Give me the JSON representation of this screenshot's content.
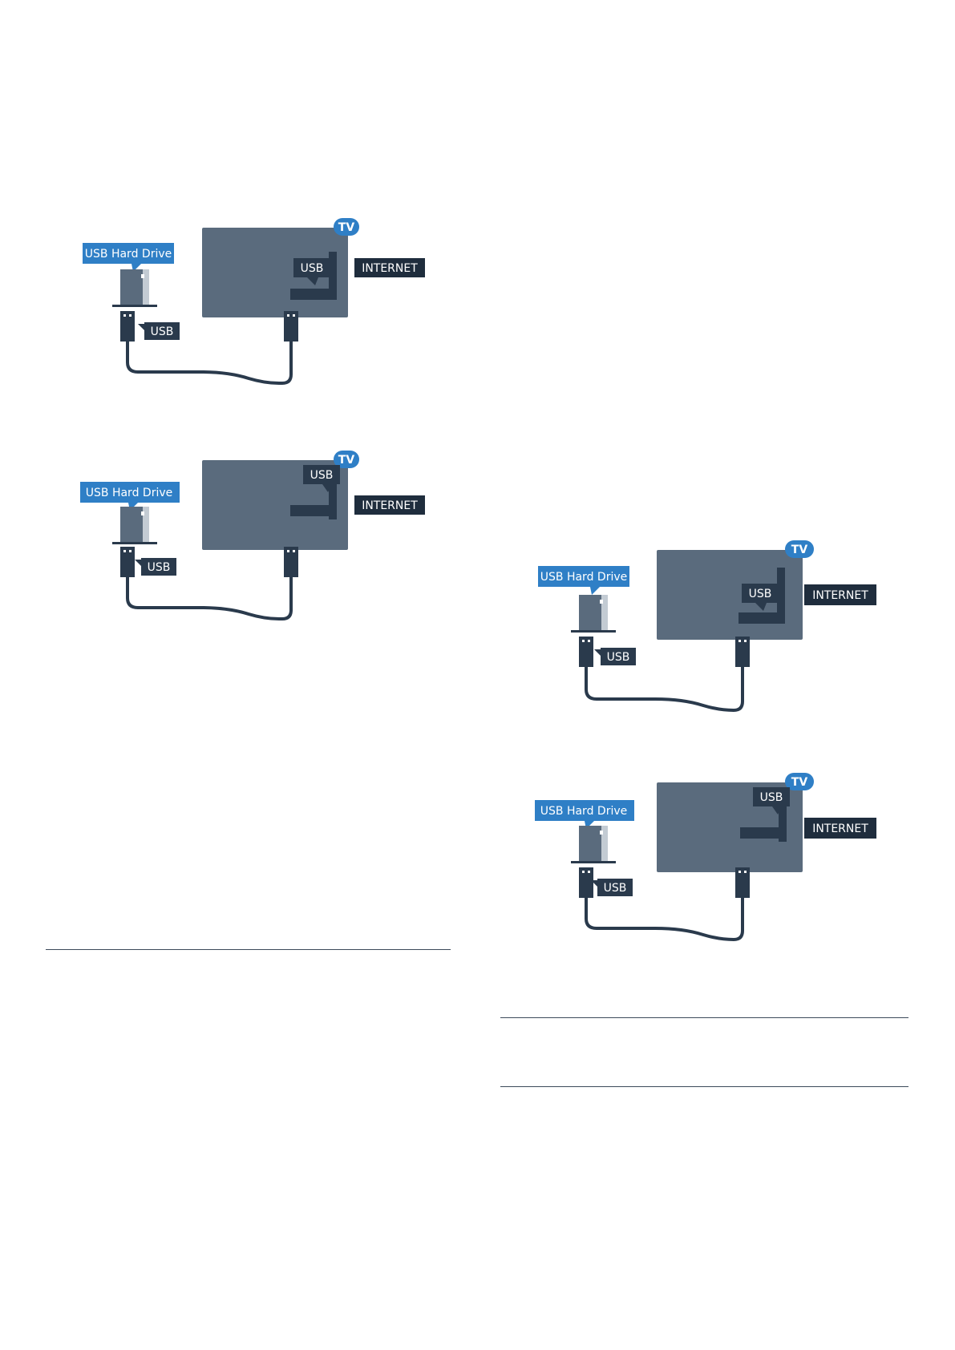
{
  "diagrams": [
    {
      "usb_hard_drive": "USB Hard Drive",
      "tv": "TV",
      "tv_port": "USB",
      "drive_cable": "USB",
      "internet": "INTERNET"
    },
    {
      "usb_hard_drive": "USB Hard Drive",
      "tv": "TV",
      "tv_port": "USB",
      "drive_cable": "USB",
      "internet": "INTERNET"
    },
    {
      "usb_hard_drive": "USB Hard Drive",
      "tv": "TV",
      "tv_port": "USB",
      "drive_cable": "USB",
      "internet": "INTERNET"
    },
    {
      "usb_hard_drive": "USB Hard Drive",
      "tv": "TV",
      "tv_port": "USB",
      "drive_cable": "USB",
      "internet": "INTERNET"
    }
  ],
  "colors": {
    "blue": "#2f7fc6",
    "slate": "#5a6b7d",
    "dark": "#2a3a4c",
    "label": "#1f2d3d"
  }
}
